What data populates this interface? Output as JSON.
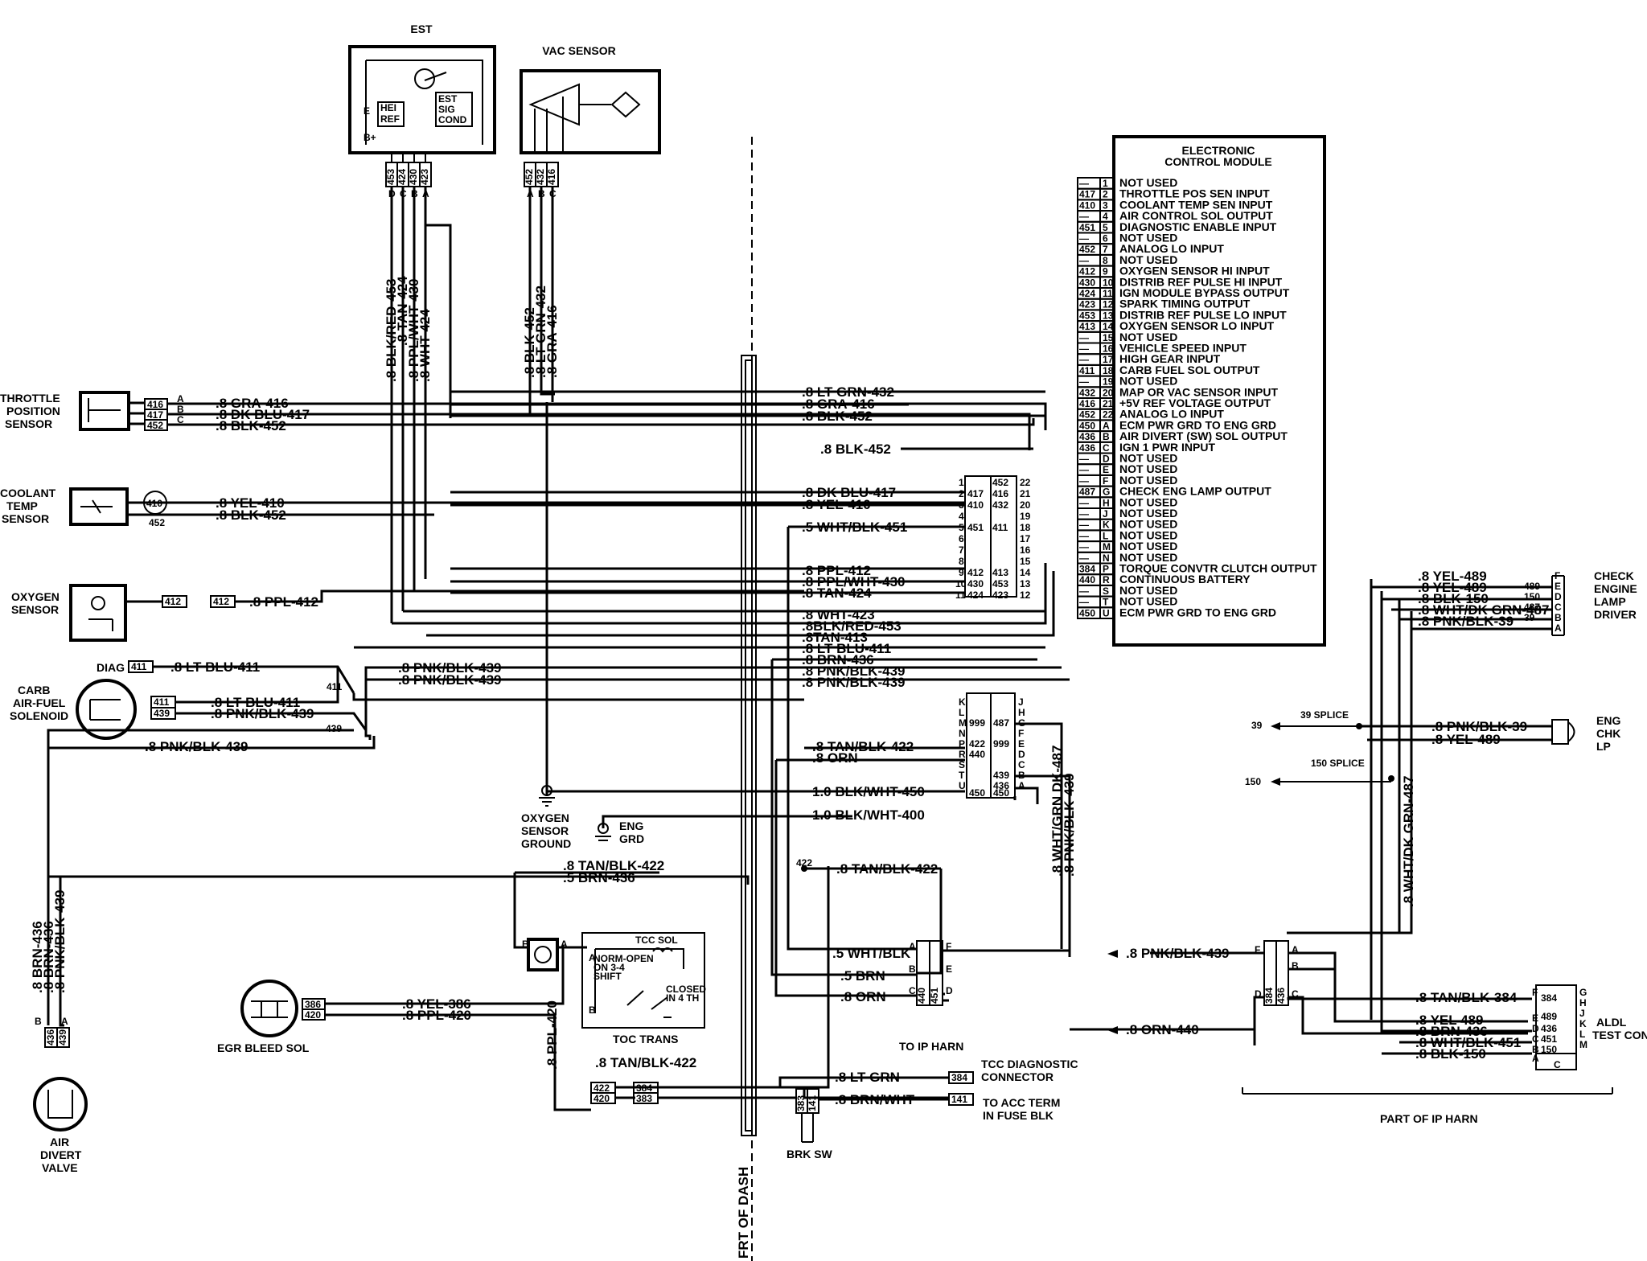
{
  "components": {
    "est": "EST",
    "vac_sensor": "VAC SENSOR",
    "hei_ref": "HEI REF",
    "est_sig_cond": "EST SIG COND",
    "throttle_sensor": [
      "THROTTLE",
      "POSITION",
      "SENSOR"
    ],
    "coolant_sensor": [
      "COOLANT",
      "TEMP",
      "SENSOR"
    ],
    "oxygen_sensor": [
      "OXYGEN",
      "SENSOR"
    ],
    "carb_solenoid": [
      "CARB",
      "AIR-FUEL",
      "SOLENOID"
    ],
    "diag": "DIAG",
    "oxygen_ground": [
      "OXYGEN",
      "SENSOR",
      "GROUND"
    ],
    "eng_grd": [
      "ENG",
      "GRD"
    ],
    "egr_bleed": "EGR BLEED SOL",
    "air_divert": [
      "AIR",
      "DIVERT",
      "VALVE"
    ],
    "toc_trans": "TOC TRANS",
    "tcc_sol": "TCC SOL",
    "norm_open": [
      "NORM-OPEN",
      "ON 3-4",
      "SHIFT"
    ],
    "closed_4th": [
      "CLOSED",
      "IN 4 TH"
    ],
    "brk_sw": "BRK SW",
    "to_ip_harn": "TO IP HARN",
    "frt_of_dash": "FRT OF DASH",
    "tcc_diag": [
      "TCC DIAGNOSTIC",
      "CONNECTOR"
    ],
    "acc_term": [
      "TO ACC TERM",
      "IN FUSE BLK"
    ],
    "check_engine": [
      "CHECK",
      "ENGINE",
      "LAMP",
      "DRIVER"
    ],
    "eng_chk": [
      "ENG",
      "CHK",
      "LP"
    ],
    "aldl": [
      "ALDL",
      "TEST CONN"
    ],
    "part_ip_harn": "PART OF IP HARN",
    "splice_39": "39 SPLICE",
    "splice_150": "150 SPLICE",
    "ref_39": "39",
    "ref_150": "150"
  },
  "ecm": {
    "title": [
      "ELECTRONIC",
      "CONTROL MODULE"
    ],
    "pins": [
      {
        "circuit": "—",
        "pin": "1",
        "label": "NOT USED"
      },
      {
        "circuit": "417",
        "pin": "2",
        "label": "THROTTLE POS SEN INPUT"
      },
      {
        "circuit": "410",
        "pin": "3",
        "label": "COOLANT TEMP SEN INPUT"
      },
      {
        "circuit": "—",
        "pin": "4",
        "label": "AIR CONTROL SOL OUTPUT"
      },
      {
        "circuit": "451",
        "pin": "5",
        "label": "DIAGNOSTIC ENABLE INPUT"
      },
      {
        "circuit": "—",
        "pin": "6",
        "label": "NOT USED"
      },
      {
        "circuit": "452",
        "pin": "7",
        "label": "ANALOG LO INPUT"
      },
      {
        "circuit": "—",
        "pin": "8",
        "label": "NOT USED"
      },
      {
        "circuit": "412",
        "pin": "9",
        "label": "OXYGEN SENSOR HI INPUT"
      },
      {
        "circuit": "430",
        "pin": "10",
        "label": "DISTRIB REF PULSE HI INPUT"
      },
      {
        "circuit": "424",
        "pin": "11",
        "label": "IGN MODULE BYPASS OUTPUT"
      },
      {
        "circuit": "423",
        "pin": "12",
        "label": "SPARK TIMING OUTPUT"
      },
      {
        "circuit": "453",
        "pin": "13",
        "label": "DISTRIB REF PULSE LO INPUT"
      },
      {
        "circuit": "413",
        "pin": "14",
        "label": "OXYGEN SENSOR LO INPUT"
      },
      {
        "circuit": "—",
        "pin": "15",
        "label": "NOT USED"
      },
      {
        "circuit": "—",
        "pin": "16",
        "label": "VEHICLE SPEED INPUT"
      },
      {
        "circuit": "—",
        "pin": "17",
        "label": "HIGH GEAR INPUT"
      },
      {
        "circuit": "411",
        "pin": "18",
        "label": "CARB FUEL SOL OUTPUT"
      },
      {
        "circuit": "—",
        "pin": "19",
        "label": "NOT USED"
      },
      {
        "circuit": "432",
        "pin": "20",
        "label": "MAP OR VAC SENSOR INPUT"
      },
      {
        "circuit": "416",
        "pin": "21",
        "label": "+5V REF VOLTAGE OUTPUT"
      },
      {
        "circuit": "452",
        "pin": "22",
        "label": "ANALOG LO INPUT"
      },
      {
        "circuit": "450",
        "pin": "A",
        "label": "ECM PWR GRD TO ENG GRD"
      },
      {
        "circuit": "436",
        "pin": "B",
        "label": "AIR DIVERT (SW) SOL OUTPUT"
      },
      {
        "circuit": "436",
        "pin": "C",
        "label": "IGN 1 PWR INPUT"
      },
      {
        "circuit": "—",
        "pin": "D",
        "label": "NOT USED"
      },
      {
        "circuit": "—",
        "pin": "E",
        "label": "NOT USED"
      },
      {
        "circuit": "—",
        "pin": "F",
        "label": "NOT USED"
      },
      {
        "circuit": "487",
        "pin": "G",
        "label": "CHECK ENG LAMP OUTPUT"
      },
      {
        "circuit": "—",
        "pin": "H",
        "label": "NOT USED"
      },
      {
        "circuit": "—",
        "pin": "J",
        "label": "NOT USED"
      },
      {
        "circuit": "—",
        "pin": "K",
        "label": "NOT USED"
      },
      {
        "circuit": "—",
        "pin": "L",
        "label": "NOT USED"
      },
      {
        "circuit": "—",
        "pin": "M",
        "label": "NOT USED"
      },
      {
        "circuit": "—",
        "pin": "N",
        "label": "NOT USED"
      },
      {
        "circuit": "384",
        "pin": "P",
        "label": "TORQUE CONVTR CLUTCH OUTPUT"
      },
      {
        "circuit": "440",
        "pin": "R",
        "label": "CONTINUOUS BATTERY"
      },
      {
        "circuit": "—",
        "pin": "S",
        "label": "NOT USED"
      },
      {
        "circuit": "—",
        "pin": "T",
        "label": "NOT USED"
      },
      {
        "circuit": "450",
        "pin": "U",
        "label": "ECM PWR GRD TO ENG GRD"
      }
    ]
  },
  "wires": {
    "gra416": ".8 GRA-416",
    "dkblu417": ".8 DK BLU-417",
    "blk452": ".8 BLK-452",
    "yel410": ".8 YEL-410",
    "ppl412": ".8 PPL-412",
    "ltblu411": ".8 LT BLU-411",
    "pnkblk439": ".8 PNK/BLK-439",
    "ltgrn432": ".8 LT GRN-432",
    "whtblk451": ".5 WHT/BLK-451",
    "pplwht430": ".8 PPL/WHT-430",
    "tan424": ".8 TAN-424",
    "wht423": ".8 WHT-423",
    "blkred453": ".8BLK/RED-453",
    "tan413": ".8TAN-413",
    "ltblu411b": ".8 LT BLU-411",
    "brn436": ".8 BRN-436",
    "tanblk422": ".8 TAN/BLK-422",
    "orn": ".8 ORN",
    "blkwht450": "1.0 BLK/WHT-450",
    "blkwht400": "1.0 BLK/WHT-400",
    "brn436b": ".5 BRN-436",
    "whtblk_ip": ".5 WHT/BLK",
    "brn5": ".5 BRN",
    "yel386": ".8 YEL-386",
    "ppl420": ".8 PPL-420",
    "ltgrn": ".8 LT GRN",
    "brnwht": ".8 BRN/WHT",
    "yel489": ".8 YEL-489",
    "blk150": ".8 BLK-150",
    "whtdkgrn487": ".8 WHT/DK GRN-487",
    "pnkblk39": ".8 PNK/BLK-39",
    "tanblk384": ".8 TAN/BLK-384",
    "yel489b": ".8 YEL 489",
    "brn436c": ".8 BRN-436",
    "whtblk451b": ".8 WHT/BLK-451",
    "blk150b": ".8 BLK-150",
    "ornleft": ".8 ORN-440",
    "pnkleft": ".8 PNK/BLK-439",
    "v_blkred453": ".8 BLK/RED-453",
    "v_tan424": ".8 TAN-424",
    "v_pplwht430": ".8 PPL/WHT-430",
    "v_wht424": ".8 WHT-424",
    "v_blk452": ".8 BLK-452",
    "v_ltgrn432": ".8 LT GRN-432",
    "v_gra416": ".8 GRA-416",
    "v_whtgrn487": ".8 WHT/GRN DK-487",
    "v_pnkblk439": ".8 PNK/BLK-439",
    "v_whtdkgrn487": ".8 WHT/DK GRN-487",
    "v_brn436a": ".8 BRN-436",
    "v_brn436b": ".8 BRN-436",
    "v_pnkblk439b": ".8 PNK/BLK-439",
    "v_ppl420": ".8 PPL-420"
  }
}
